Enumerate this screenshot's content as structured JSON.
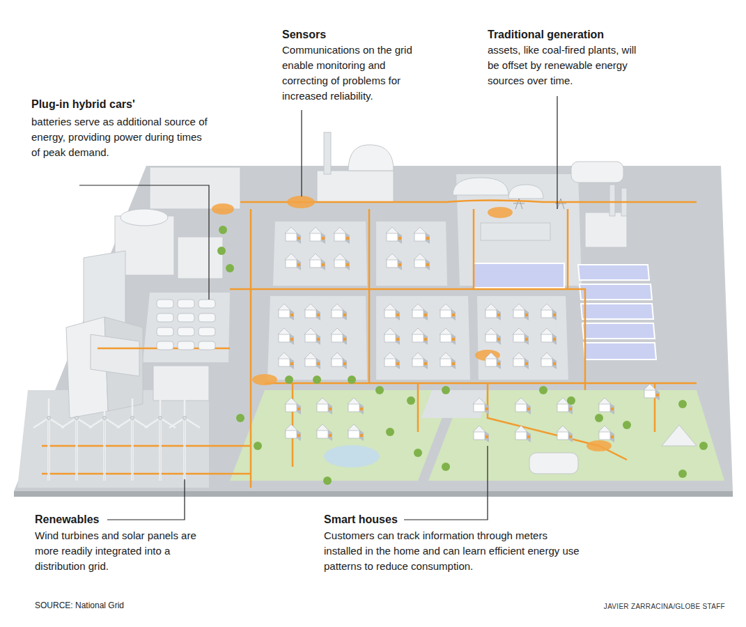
{
  "diagram": {
    "labels": [
      "Sensors",
      "Communications on the grid enable monitoring and correcting of problems for increased reliability.",
      "Traditional generation",
      "assets, like coal-fired plants, will be offset by renewable energy sources over time.",
      "Plug-in hybrid cars'",
      "batteries serve as additional source of energy, providing power during times of peak demand.",
      "Renewables",
      "Wind turbines and solar panels are more readily integrated into a distribution grid.",
      "Smart houses",
      "Customers can track information through meters installed in the home and can learn efficient energy use patterns to reduce consumption.",
      "SOURCE: National Grid",
      "JAVIER ZARRACINA/GLOBE STAFF"
    ]
  }
}
